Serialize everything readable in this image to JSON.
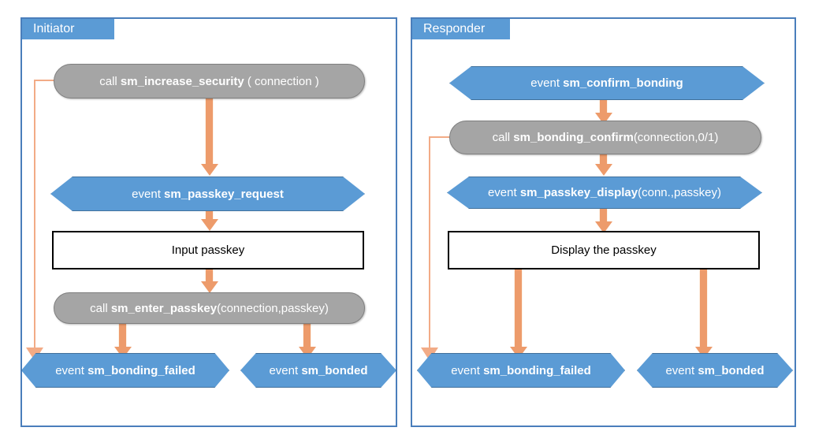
{
  "diagram": {
    "title_hidden": "BLE SM bonding passkey flow",
    "colors": {
      "panel_border": "#4a7ebb",
      "tab_fill": "#5b9bd5",
      "event_fill": "#5b9bd5",
      "event_border": "#41719c",
      "call_fill": "#a5a5a5",
      "call_border": "#7f7f7f",
      "process_fill": "#ffffff",
      "process_border": "#000000",
      "arrow_fill": "#ed9b6b",
      "arrow_outline": "#fdf3e7",
      "loop_line": "#f2ab86",
      "text_on_fill": "#ffffff",
      "text_on_white": "#000000"
    }
  },
  "panels": [
    {
      "id": "initiator",
      "tab_label": "Initiator"
    },
    {
      "id": "responder",
      "tab_label": "Responder"
    }
  ],
  "initiator": {
    "nodes": {
      "increase_security": {
        "kind": "call",
        "prefix": "call ",
        "bold": "sm_increase_security",
        "suffix": " ( connection )"
      },
      "passkey_request": {
        "kind": "event",
        "prefix": "event ",
        "bold": "sm_passkey_request",
        "suffix": ""
      },
      "input_passkey": {
        "kind": "process",
        "prefix": "",
        "bold": "",
        "suffix": "Input passkey"
      },
      "enter_passkey": {
        "kind": "call",
        "prefix": "call ",
        "bold": "sm_enter_passkey",
        "suffix": "(connection,passkey)"
      },
      "bonding_failed": {
        "kind": "event",
        "prefix": "event ",
        "bold": "sm_bonding_failed",
        "suffix": ""
      },
      "bonded": {
        "kind": "event",
        "prefix": "event ",
        "bold": "sm_bonded",
        "suffix": ""
      }
    }
  },
  "responder": {
    "nodes": {
      "confirm_bonding": {
        "kind": "event",
        "prefix": "event ",
        "bold": "sm_confirm_bonding",
        "suffix": ""
      },
      "bonding_confirm": {
        "kind": "call",
        "prefix": "call ",
        "bold": "sm_bonding_confirm",
        "suffix": "(connection,0/1)"
      },
      "passkey_display": {
        "kind": "event",
        "prefix": "event ",
        "bold": "sm_passkey_display",
        "suffix": "(conn.,passkey)"
      },
      "display_passkey": {
        "kind": "process",
        "prefix": "",
        "bold": "",
        "suffix": "Display the passkey"
      },
      "bonding_failed": {
        "kind": "event",
        "prefix": "event ",
        "bold": "sm_bonding_failed",
        "suffix": ""
      },
      "bonded": {
        "kind": "event",
        "prefix": "event ",
        "bold": "sm_bonded",
        "suffix": ""
      }
    }
  },
  "connectors": {
    "initiator": [
      {
        "name": "arrow-increase-security-to-passkey-request",
        "type": "thick"
      },
      {
        "name": "arrow-passkey-request-to-input-passkey",
        "type": "thick"
      },
      {
        "name": "arrow-input-passkey-to-enter-passkey",
        "type": "thick"
      },
      {
        "name": "arrow-enter-passkey-to-bonding-failed",
        "type": "thick"
      },
      {
        "name": "arrow-enter-passkey-to-bonded",
        "type": "thick"
      },
      {
        "name": "loop-increase-security-to-bonding-failed",
        "type": "thin"
      }
    ],
    "responder": [
      {
        "name": "arrow-confirm-bonding-to-bonding-confirm",
        "type": "thick"
      },
      {
        "name": "arrow-bonding-confirm-to-passkey-display",
        "type": "thick"
      },
      {
        "name": "arrow-passkey-display-to-display-passkey",
        "type": "thick"
      },
      {
        "name": "arrow-display-passkey-to-bonding-failed",
        "type": "thick"
      },
      {
        "name": "arrow-display-passkey-to-bonded",
        "type": "thick"
      },
      {
        "name": "loop-bonding-confirm-to-bonding-failed",
        "type": "thin"
      }
    ]
  }
}
